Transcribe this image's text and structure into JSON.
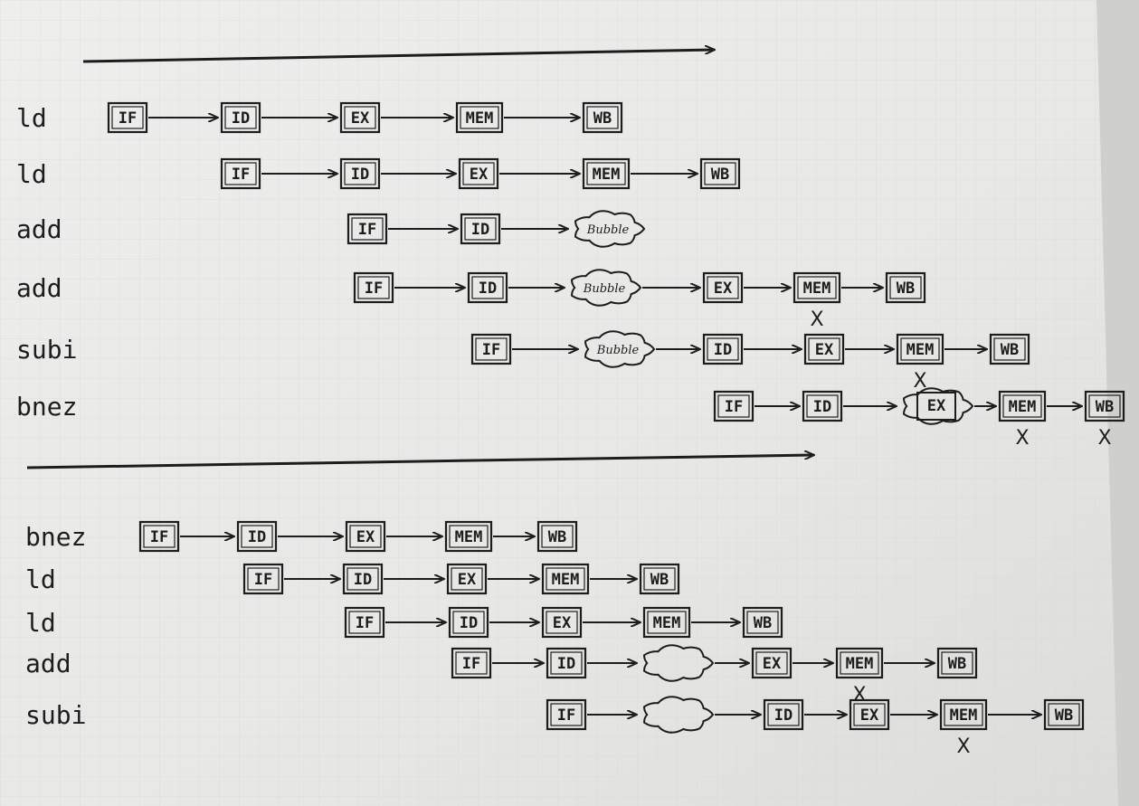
{
  "sections": [
    {
      "rows": [
        {
          "instr": "ld",
          "stages": [
            {
              "t": "IF"
            },
            {
              "t": "ID"
            },
            {
              "t": "EX"
            },
            {
              "t": "MEM"
            },
            {
              "t": "WB"
            }
          ]
        },
        {
          "instr": "ld",
          "stages": [
            {
              "t": "IF"
            },
            {
              "t": "ID"
            },
            {
              "t": "EX"
            },
            {
              "t": "MEM"
            },
            {
              "t": "WB"
            }
          ]
        },
        {
          "instr": "add",
          "stages": [
            {
              "t": "IF"
            },
            {
              "t": "ID"
            },
            {
              "t": "Bubble",
              "bubble": true
            }
          ]
        },
        {
          "instr": "add",
          "stages": [
            {
              "t": "IF"
            },
            {
              "t": "ID"
            },
            {
              "t": "Bubble",
              "bubble": true
            },
            {
              "t": "EX"
            },
            {
              "t": "MEM",
              "x": true
            },
            {
              "t": "WB"
            }
          ]
        },
        {
          "instr": "subi",
          "stages": [
            {
              "t": "IF"
            },
            {
              "t": "Bubble",
              "bubble": true
            },
            {
              "t": "ID"
            },
            {
              "t": "EX"
            },
            {
              "t": "MEM",
              "x": true
            },
            {
              "t": "WB"
            }
          ]
        },
        {
          "instr": "bnez",
          "stages": [
            {
              "t": "IF"
            },
            {
              "t": "ID"
            },
            {
              "t": "EX",
              "bubble": true
            },
            {
              "t": "MEM",
              "x": true
            },
            {
              "t": "WB",
              "x": true
            }
          ]
        }
      ]
    },
    {
      "rows": [
        {
          "instr": "bnez",
          "stages": [
            {
              "t": "IF"
            },
            {
              "t": "ID"
            },
            {
              "t": "EX"
            },
            {
              "t": "MEM"
            },
            {
              "t": "WB"
            }
          ]
        },
        {
          "instr": "ld",
          "stages": [
            {
              "t": "IF"
            },
            {
              "t": "ID"
            },
            {
              "t": "EX"
            },
            {
              "t": "MEM"
            },
            {
              "t": "WB"
            }
          ]
        },
        {
          "instr": "ld",
          "stages": [
            {
              "t": "IF"
            },
            {
              "t": "ID"
            },
            {
              "t": "EX"
            },
            {
              "t": "MEM"
            },
            {
              "t": "WB"
            }
          ]
        },
        {
          "instr": "add",
          "stages": [
            {
              "t": "IF"
            },
            {
              "t": "ID"
            },
            {
              "t": "",
              "bubble": true
            },
            {
              "t": "EX"
            },
            {
              "t": "MEM",
              "x": true
            },
            {
              "t": "WB"
            }
          ]
        },
        {
          "instr": "subi",
          "stages": [
            {
              "t": "IF"
            },
            {
              "t": "",
              "bubble": true
            },
            {
              "t": "ID"
            },
            {
              "t": "EX"
            },
            {
              "t": "MEM",
              "x": true
            },
            {
              "t": "WB"
            }
          ]
        }
      ]
    }
  ],
  "marks": {
    "cancel": "X"
  },
  "colors": {
    "ink": "#1d1d1d",
    "paper": "#e9e9e6",
    "grid": "#d3dade"
  }
}
